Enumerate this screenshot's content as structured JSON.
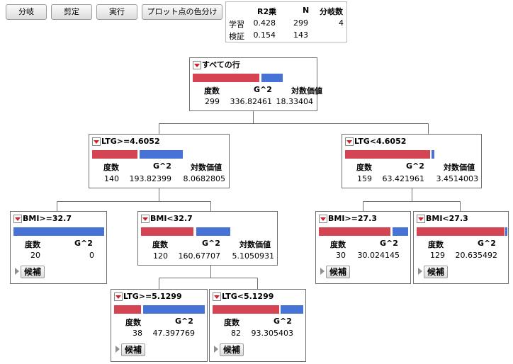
{
  "toolbar": {
    "split": "分岐",
    "prune": "剪定",
    "go": "実行",
    "color_points": "プロット点の色分け"
  },
  "summary": {
    "headers": [
      "R2乗",
      "N",
      "分岐数"
    ],
    "rows": [
      {
        "label": "学習",
        "r2": "0.428",
        "n": "299",
        "splits": "4"
      },
      {
        "label": "検証",
        "r2": "0.154",
        "n": "143",
        "splits": ""
      }
    ]
  },
  "stat_headers": {
    "count": "度数",
    "g2": "G^2",
    "logworth": "対数価値"
  },
  "candidates_label": "候補",
  "colors": {
    "bar_red": "#d44452",
    "bar_blue": "#4772d6",
    "menu_triangle": "#d0202a"
  },
  "nodes": {
    "root": {
      "label": "すべての行",
      "count": "299",
      "g2": "336.82461",
      "logworth": "18.33404"
    },
    "ltg_ge_46052": {
      "label": "LTG>=4.6052",
      "count": "140",
      "g2": "193.82399",
      "logworth": "8.0682805"
    },
    "ltg_lt_46052": {
      "label": "LTG<4.6052",
      "count": "159",
      "g2": "63.421961",
      "logworth": "3.4514003"
    },
    "bmi_ge_327": {
      "label": "BMI>=32.7",
      "count": "20",
      "g2": "0"
    },
    "bmi_lt_327": {
      "label": "BMI<32.7",
      "count": "120",
      "g2": "160.67707",
      "logworth": "5.1050931"
    },
    "bmi_ge_273": {
      "label": "BMI>=27.3",
      "count": "30",
      "g2": "30.024145"
    },
    "bmi_lt_273": {
      "label": "BMI<27.3",
      "count": "129",
      "g2": "20.635492"
    },
    "ltg_ge_51299": {
      "label": "LTG>=5.1299",
      "count": "38",
      "g2": "47.397769"
    },
    "ltg_lt_51299": {
      "label": "LTG<5.1299",
      "count": "82",
      "g2": "93.305403"
    }
  }
}
